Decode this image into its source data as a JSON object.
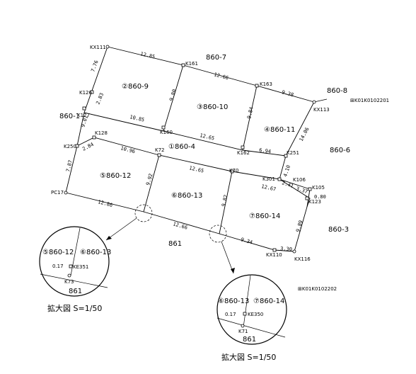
{
  "lots": {
    "lot_1": "①860-4",
    "lot_2": "②860-9",
    "lot_3": "③860-10",
    "lot_4": "④860-11",
    "lot_5": "⑤860-12",
    "lot_6": "⑥860-13",
    "lot_7": "⑦860-14"
  },
  "neighbors": {
    "n_860_7": "860-7",
    "n_860_8": "860-8",
    "n_860_1": "860-1",
    "n_860_6": "860-6",
    "n_860_3": "860-3",
    "n_861": "861"
  },
  "points": {
    "KX111": "KX111",
    "K161": "K161",
    "K163": "K163",
    "KX113": "KX113",
    "K126": "K126",
    "K127": "K127",
    "K160": "K160",
    "K162": "K162",
    "K128": "K128",
    "K250": "K250",
    "K72": "K72",
    "K251": "K251",
    "K70": "K70",
    "K301": "K301",
    "K106": "K106",
    "K105": "K105",
    "K123": "K123",
    "PC17": "PC17",
    "KX110": "KX110",
    "KX116": "KX116"
  },
  "dims": {
    "d1": "12.85",
    "d2": "12.66",
    "d3": "9.38",
    "d4": "7.76",
    "d5": "2.83",
    "d6": "9.01",
    "d7": "9.80",
    "d8": "9.84",
    "d9": "10.85",
    "d10": "12.65",
    "d11": "6.94",
    "d12": "14.06",
    "d13": "2.84",
    "d14": "10.96",
    "d15": "12.65",
    "d16": "4.10",
    "d17": "2.41",
    "d18": "3.37",
    "d19": "0.80",
    "d20": "7.87",
    "d21": "9.92",
    "d22": "9.82",
    "d23": "12.67",
    "d24": "12.86",
    "d25": "12.66",
    "d26": "9.34",
    "d27": "3.30",
    "d28": "9.89"
  },
  "sheet_refs": {
    "ref1": "⊞K01K0102201",
    "ref2": "⊞K01K0102202"
  },
  "detail_left": {
    "lot_a": "⑤860-12",
    "lot_b": "⑥860-13",
    "offset": "0.17",
    "point": "KE351",
    "point2": "K73",
    "road": "861",
    "caption": "拡大図 S=1/50"
  },
  "detail_right": {
    "lot_a": "⑥860-13",
    "lot_b": "⑦860-14",
    "offset": "0.17",
    "point": "KE350",
    "point2": "K71",
    "road": "861",
    "caption": "拡大図 S=1/50"
  }
}
